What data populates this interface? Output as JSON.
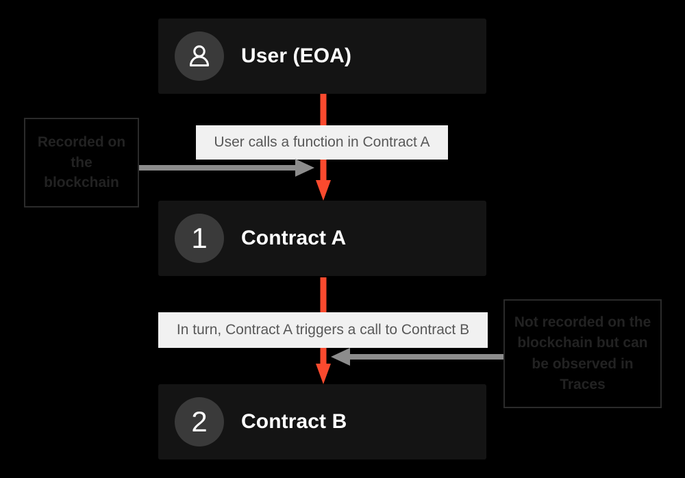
{
  "diagram": {
    "background_color": "#000000",
    "accent_color": "#fb4a2e",
    "node_fill_color": "#141414",
    "badge_color": "#3a3a3a",
    "label_fill_color": "#f1f1f1",
    "label_text_color": "#585858",
    "note_text_color": "#222222",
    "note_border_color": "#2b2b2b",
    "connector_gray_color": "#8c8c8c"
  },
  "nodes": [
    {
      "id": "user",
      "badge": "user-icon",
      "title": "User (EOA)"
    },
    {
      "id": "contract-a",
      "badge": "1",
      "title": "Contract A"
    },
    {
      "id": "contract-b",
      "badge": "2",
      "title": "Contract B"
    }
  ],
  "edge_labels": [
    {
      "id": "edge-user-to-a",
      "text": "User calls a function in Contract A"
    },
    {
      "id": "edge-a-to-b",
      "text": "In turn, Contract A triggers a call to Contract B"
    }
  ],
  "notes": [
    {
      "id": "note-recorded",
      "text": "Recorded on the blockchain"
    },
    {
      "id": "note-not-recorded",
      "text": "Not recorded on the blockchain but can be observed in Traces"
    }
  ],
  "icons": {
    "user": "user-icon",
    "arrow_down": "arrow-down-icon",
    "arrow_right": "arrow-right-icon",
    "arrow_left": "arrow-left-icon"
  }
}
